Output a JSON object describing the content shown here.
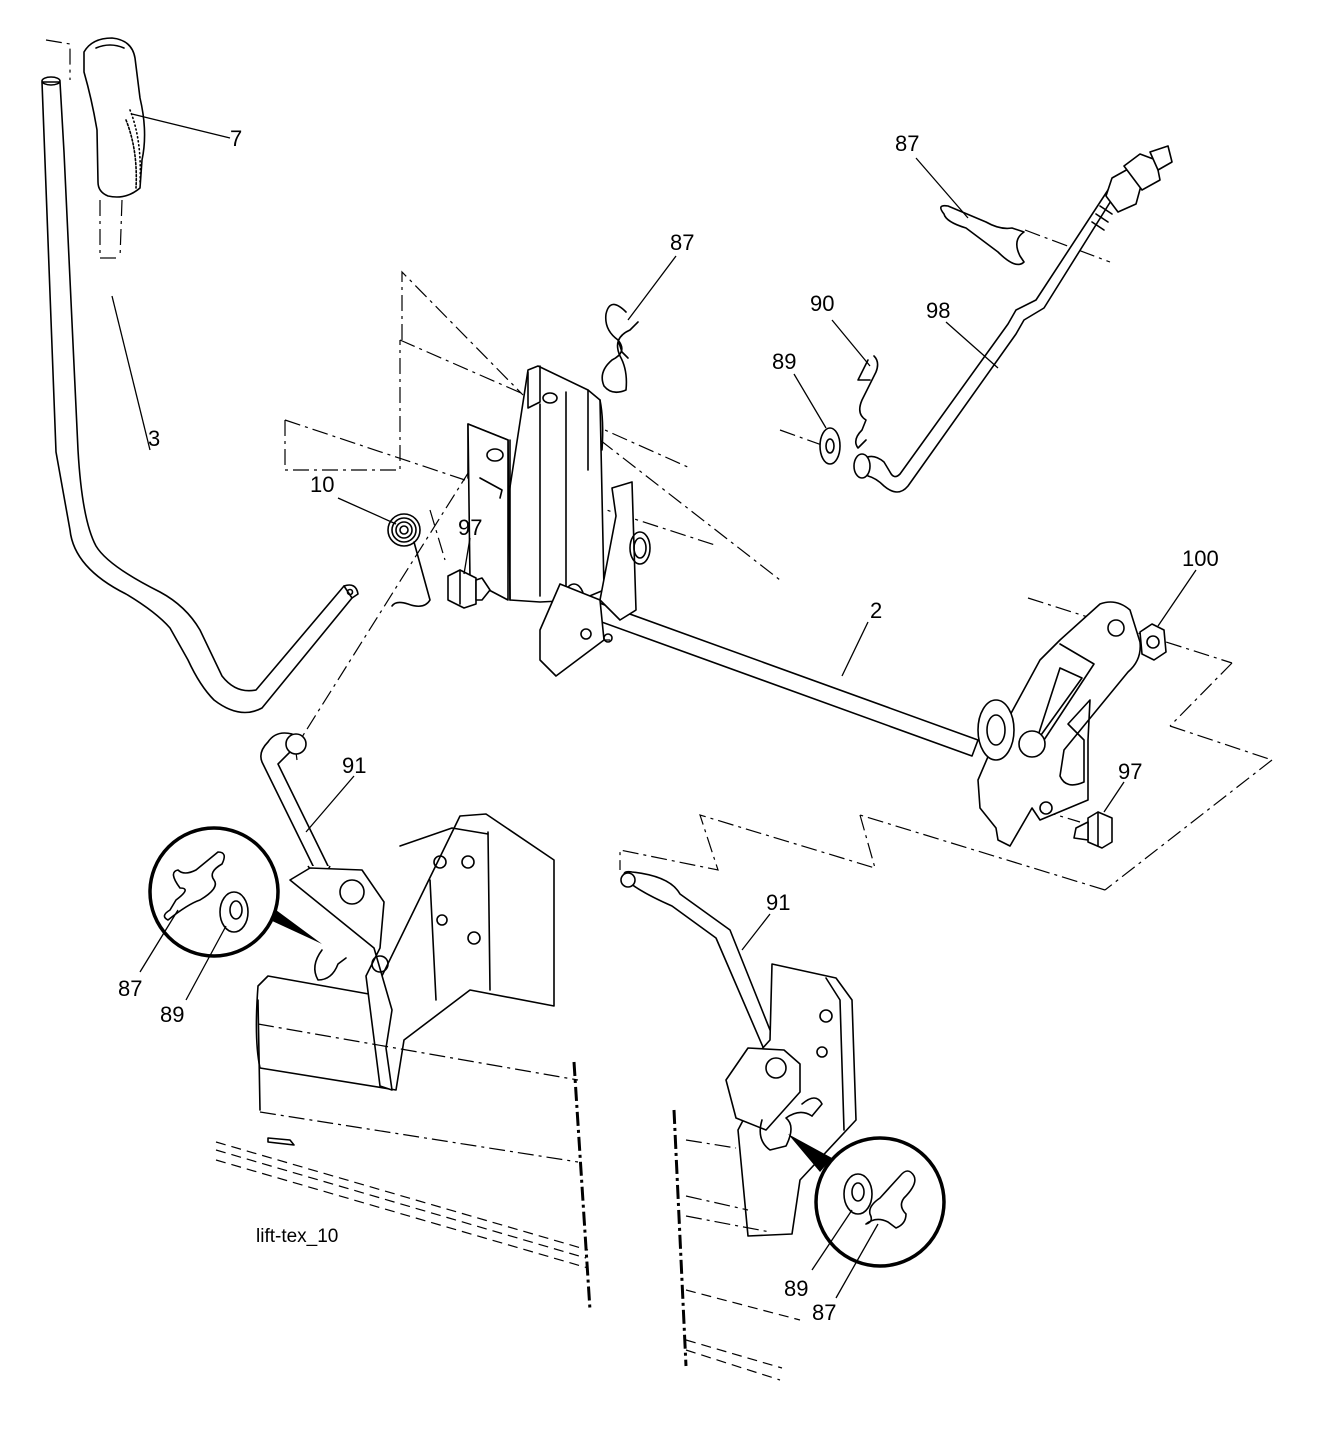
{
  "diagram_id": "lift-tex_10",
  "callouts": {
    "c7": "7",
    "c3": "3",
    "c87_top_center": "87",
    "c87_top_right": "87",
    "c90": "90",
    "c98": "98",
    "c89_top": "89",
    "c10": "10",
    "c97_left": "97",
    "c100": "100",
    "c2": "2",
    "c91_left": "91",
    "c97_right": "97",
    "c91_right": "91",
    "c87_detail_left": "87",
    "c89_detail_left": "89",
    "c89_detail_right": "89",
    "c87_detail_right": "87"
  }
}
